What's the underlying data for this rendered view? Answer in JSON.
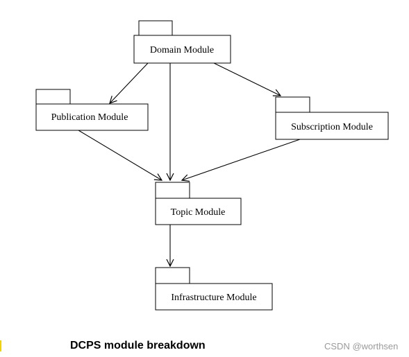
{
  "diagram": {
    "modules": {
      "domain": "Domain Module",
      "publication": "Publication Module",
      "subscription": "Subscription Module",
      "topic": "Topic Module",
      "infrastructure": "Infrastructure Module"
    },
    "caption": "DCPS module breakdown",
    "watermark": "CSDN @worthsen"
  }
}
